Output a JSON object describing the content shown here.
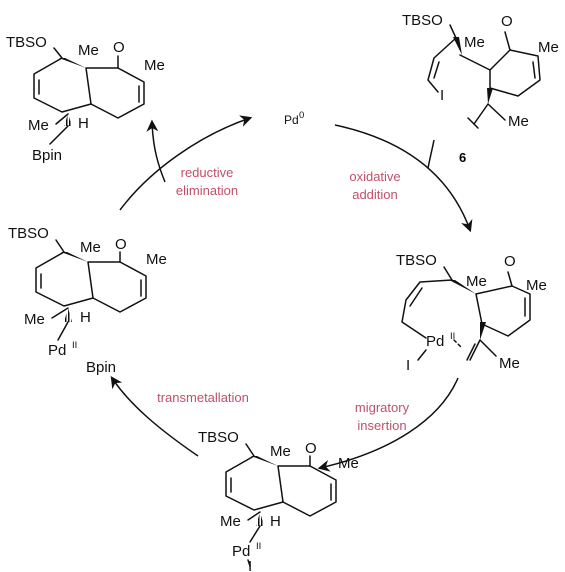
{
  "colors": {
    "ink": "#111111",
    "step_label": "#c0506a"
  },
  "diagram": {
    "catalyst": {
      "text": "Pd",
      "sup": "0"
    },
    "steps": {
      "oxidative": [
        "oxidative",
        "addition"
      ],
      "migratory": [
        "migratory",
        "insertion"
      ],
      "transmetallation": [
        "transmetallation"
      ],
      "reductive": [
        "reductive",
        "elimination"
      ]
    },
    "compound_number": "6",
    "labels": {
      "tbso": "TBSO",
      "me": "Me",
      "o": "O",
      "i": "I",
      "h": "H",
      "bpin": "Bpin",
      "pd": "Pd",
      "pd_ox": "II"
    }
  }
}
